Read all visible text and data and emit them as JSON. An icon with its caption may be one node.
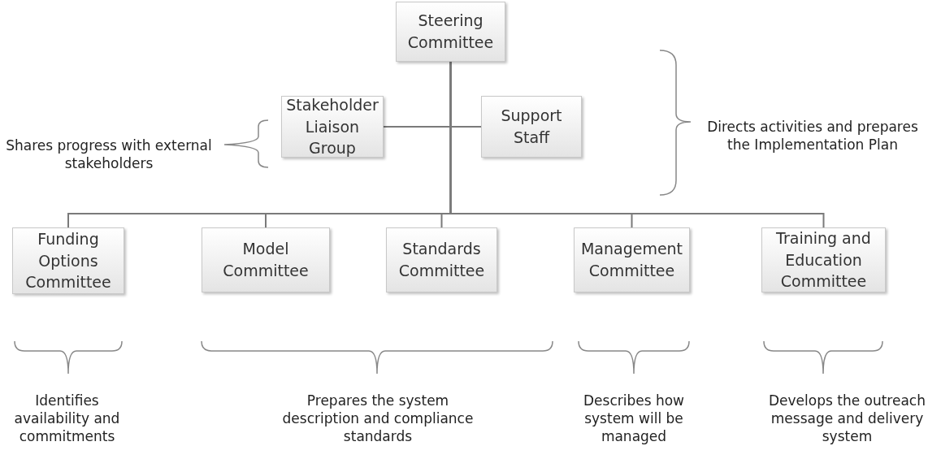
{
  "diagram": {
    "nodes": [
      {
        "text": [
          "Steering Committee"
        ]
      },
      {
        "text": [
          "Stakeholder Liaison Group"
        ]
      },
      {
        "text": [
          "Support Staff"
        ]
      },
      {
        "text": [
          "Funding Options Committee"
        ]
      },
      {
        "text": [
          "Model Committee"
        ]
      },
      {
        "text": [
          "Standards Committee"
        ]
      },
      {
        "text": [
          "Management Committee"
        ]
      },
      {
        "text": [
          "Training and Education Committee"
        ]
      }
    ],
    "edges": [
      {
        "from": 0,
        "to": 1,
        "arrow": "none"
      },
      {
        "from": 0,
        "to": 2,
        "arrow": "none"
      },
      {
        "from": 0,
        "to": 3,
        "arrow": "none"
      },
      {
        "from": 0,
        "to": 4,
        "arrow": "none"
      },
      {
        "from": 0,
        "to": 5,
        "arrow": "none"
      },
      {
        "from": 0,
        "to": 6,
        "arrow": "none"
      },
      {
        "from": 0,
        "to": 7,
        "arrow": "none"
      }
    ],
    "labels": [
      "Directs activities and prepares the Implementation Plan",
      "Shares progress with external stakeholders",
      "Identifies availability and commitments",
      "Prepares the system description and compliance standards",
      "Describes how system will be managed",
      "Develops the outreach message and delivery system"
    ]
  }
}
